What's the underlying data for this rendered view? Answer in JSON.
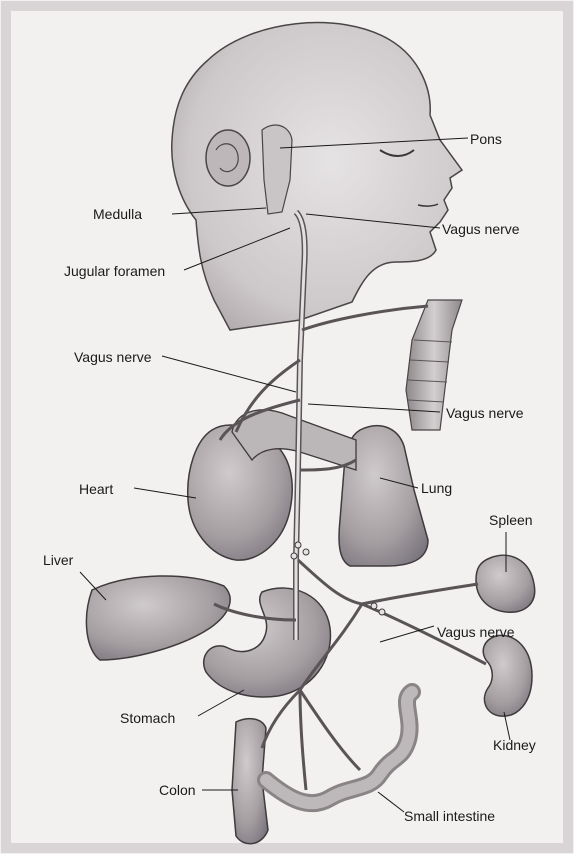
{
  "labels": {
    "pons": "Pons",
    "medulla": "Medulla",
    "vagus_nerve_face": "Vagus nerve",
    "jugular_foramen": "Jugular foramen",
    "vagus_nerve_left": "Vagus nerve",
    "vagus_nerve_right": "Vagus nerve",
    "heart": "Heart",
    "lung": "Lung",
    "spleen": "Spleen",
    "liver": "Liver",
    "vagus_nerve_abdomen": "Vagus nerve",
    "stomach": "Stomach",
    "kidney": "Kidney",
    "colon": "Colon",
    "small_intestine": "Small intestine"
  },
  "colors": {
    "ink": "#2b2b2b",
    "organ_fill": "#b9b4b6",
    "organ_dark": "#8f898c",
    "head_fill": "#d7d3d4",
    "nerve_fill": "#e2dfe0",
    "paper": "#f3f1f0"
  }
}
